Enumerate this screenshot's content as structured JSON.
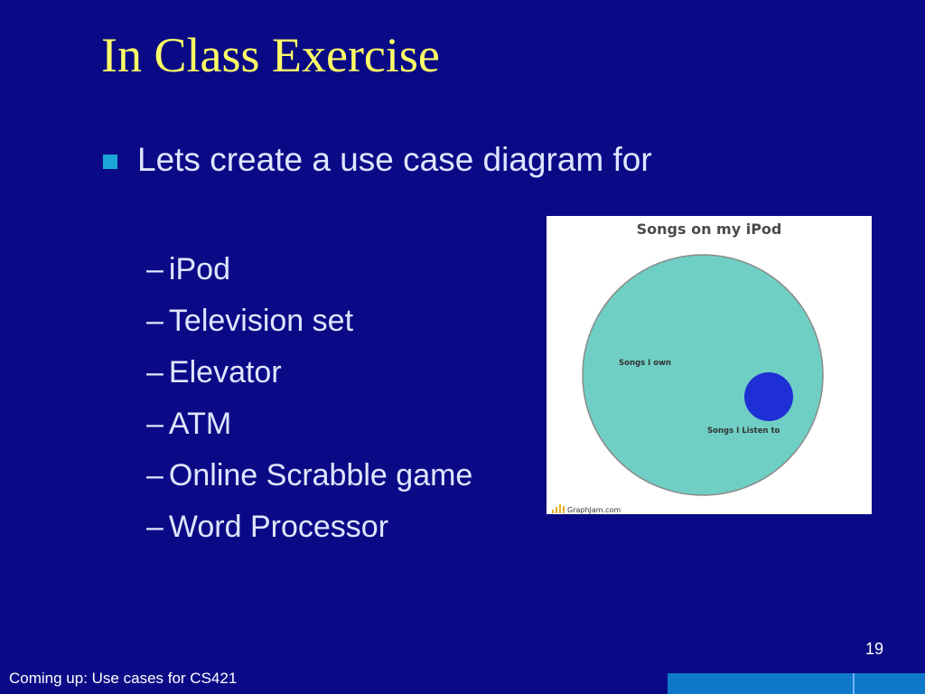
{
  "slide": {
    "title": "In Class Exercise",
    "bullet": "Lets create a use case diagram for",
    "sub_items": [
      "iPod",
      "Television set",
      "Elevator",
      "ATM",
      "Online Scrabble game",
      "Word Processor"
    ],
    "page_number": "19",
    "footer": "Coming up: Use cases for CS421"
  },
  "figure": {
    "title": "Songs on my iPod",
    "big_circle_label": "Songs I own",
    "small_circle_label": "Songs I Listen to",
    "source": "GraphJam.com",
    "colors": {
      "big_circle": "#6fcfc4",
      "small_circle": "#1f2fd6"
    }
  },
  "theme": {
    "background": "#0b0a86",
    "title_color": "#ffff66",
    "text_color": "#dfe6ff",
    "bullet_color": "#1aa6d8",
    "footer_bar_color": "#0e78c9"
  }
}
